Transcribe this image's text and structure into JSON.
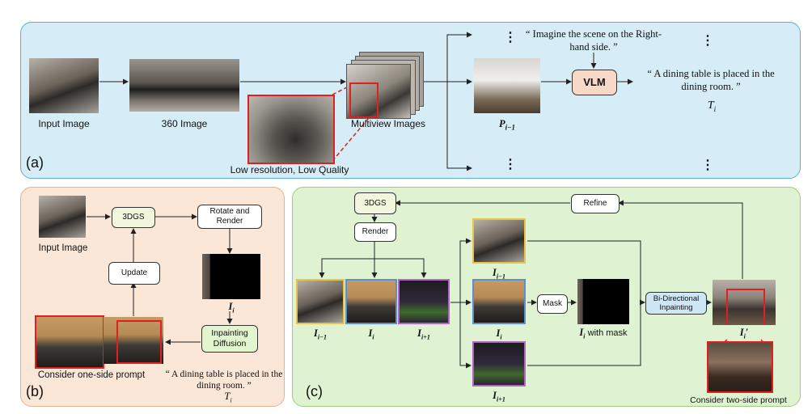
{
  "panel_a": {
    "tag": "(a)",
    "input_image_label": "Input Image",
    "image_360_label": "360 Image",
    "multiview_label": "Multiview Images",
    "low_quality_label": "Low resolution, Low Quality",
    "prompt_top": "“ Imagine the scene on the Right-hand side. ”",
    "p_label": "P",
    "p_sub": "i−1",
    "vlm_label": "VLM",
    "output_text": "“ A dining table is placed in the dining room. ”",
    "t_label": "T",
    "t_sub": "i",
    "ellipsis": "⋮"
  },
  "panel_b": {
    "tag": "(b)",
    "input_image_label": "Input Image",
    "gs_label": "3DGS",
    "rotate_label": "Rotate and Render",
    "update_label": "Update",
    "i_label": "I",
    "i_sub": "i",
    "inpaint_label": "Inpainting Diffusion",
    "one_side_label": "Consider one-side prompt",
    "quote_text": "“ A dining table is placed in the dining room. ”",
    "t_label": "T",
    "t_sub": "i"
  },
  "panel_c": {
    "tag": "(c)",
    "gs_label": "3DGS",
    "render_label": "Render",
    "refine_label": "Refine",
    "mask_label": "Mask",
    "bidir_label": "Bi-Directional Inpainting",
    "i_prev_label": "I",
    "i_prev_sub": "i−1",
    "i_label": "I",
    "i_sub": "i",
    "i_next_label": "I",
    "i_next_sub": "i+1",
    "with_mask_text": "with mask",
    "i_prime_label": "I",
    "i_prime_sub": "i",
    "i_prime_mark": "′",
    "two_side_label": "Consider two-side prompt"
  },
  "colors": {
    "panel_a_bg": "#d6ecf6",
    "panel_a_border": "#5aaed0",
    "panel_b_bg": "#fbe7d8",
    "panel_b_border": "#e8b08c",
    "panel_c_bg": "#dff3d2",
    "panel_c_border": "#9bcf7d",
    "vlm_fill": "#f8d9c8",
    "highlight_red": "#e02020",
    "frame_yellow": "#e8c54a",
    "frame_blue": "#5a8fd6",
    "frame_purple": "#b463c8"
  }
}
